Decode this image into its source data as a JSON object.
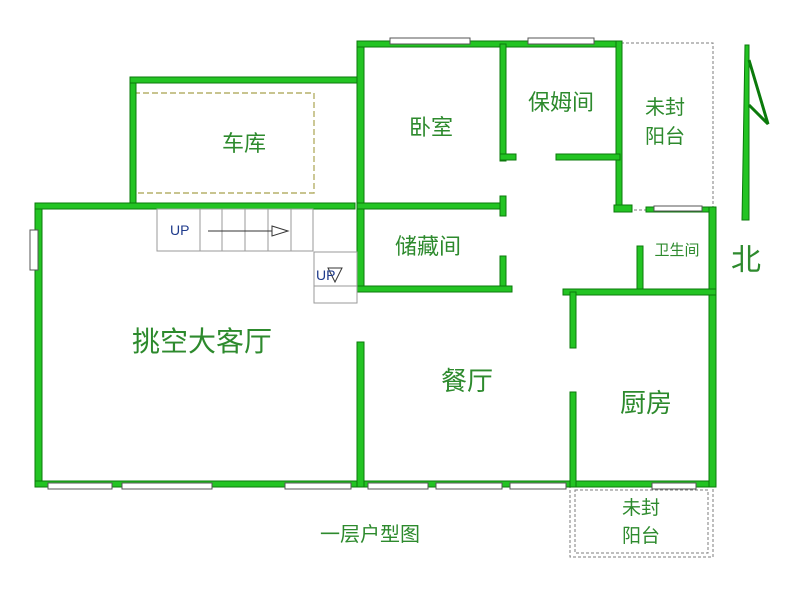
{
  "rooms": {
    "garage": "车库",
    "bedroom": "卧室",
    "nanny_room": "保姆间",
    "balcony_top": [
      "未封",
      "阳台"
    ],
    "storage": "储藏间",
    "bathroom": "卫生间",
    "living_room": "挑空大客厅",
    "dining_room": "餐厅",
    "kitchen": "厨房",
    "balcony_bottom": [
      "未封",
      "阳台"
    ]
  },
  "stairs": {
    "up_main": "UP",
    "up_small": "UP"
  },
  "compass": {
    "north": "北"
  },
  "caption": "一层户型图",
  "colors": {
    "wall": "#23c423",
    "label": "#2d8a2d",
    "up_text": "#1f3b8c"
  }
}
